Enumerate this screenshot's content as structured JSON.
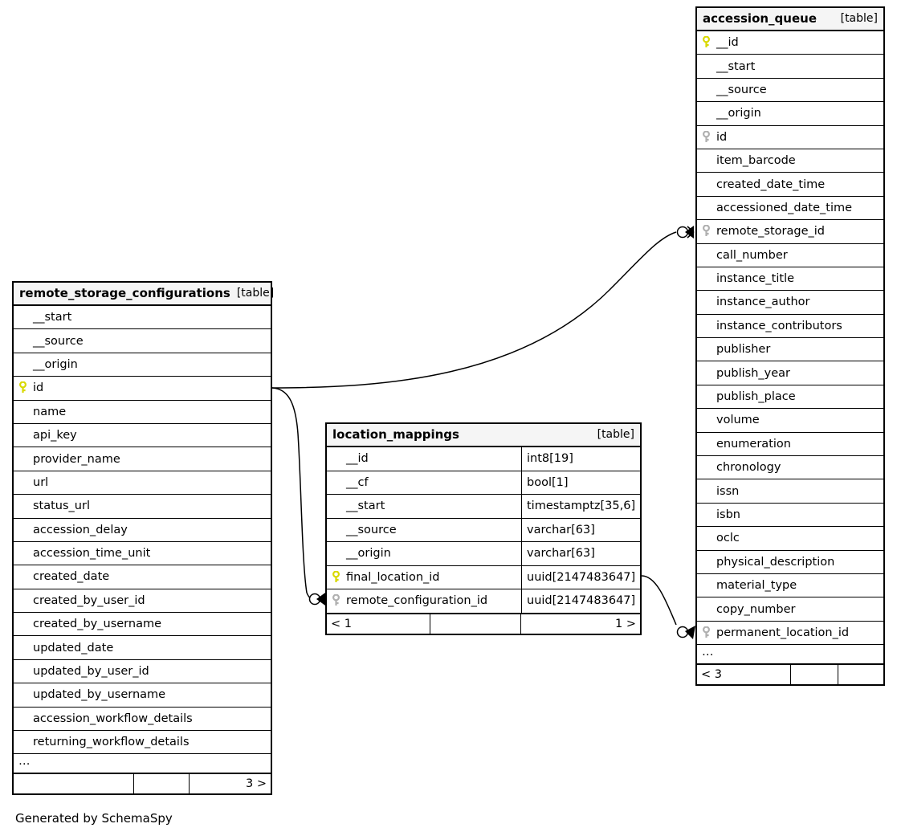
{
  "diagram": {
    "credit": "Generated by SchemaSpy",
    "type_tag": "[table]",
    "ellipsis": "…",
    "key_icons": {
      "primary": "primary-key-icon",
      "foreign": "foreign-key-icon"
    },
    "colors": {
      "primary_key": "#d9d900",
      "foreign_key": "#b0b0b0",
      "header_background": "#f5f5f5",
      "border": "#000000",
      "background": "#ffffff"
    }
  },
  "tables": [
    {
      "id": "accession_queue",
      "name": "accession_queue",
      "type": "[table]",
      "has_type_column": false,
      "columns": [
        {
          "name": "__id",
          "key": "primary",
          "type": ""
        },
        {
          "name": "__start",
          "key": "none",
          "type": ""
        },
        {
          "name": "__source",
          "key": "none",
          "type": ""
        },
        {
          "name": "__origin",
          "key": "none",
          "type": ""
        },
        {
          "name": "id",
          "key": "foreign",
          "type": ""
        },
        {
          "name": "item_barcode",
          "key": "none",
          "type": ""
        },
        {
          "name": "created_date_time",
          "key": "none",
          "type": ""
        },
        {
          "name": "accessioned_date_time",
          "key": "none",
          "type": ""
        },
        {
          "name": "remote_storage_id",
          "key": "foreign",
          "type": ""
        },
        {
          "name": "call_number",
          "key": "none",
          "type": ""
        },
        {
          "name": "instance_title",
          "key": "none",
          "type": ""
        },
        {
          "name": "instance_author",
          "key": "none",
          "type": ""
        },
        {
          "name": "instance_contributors",
          "key": "none",
          "type": ""
        },
        {
          "name": "publisher",
          "key": "none",
          "type": ""
        },
        {
          "name": "publish_year",
          "key": "none",
          "type": ""
        },
        {
          "name": "publish_place",
          "key": "none",
          "type": ""
        },
        {
          "name": "volume",
          "key": "none",
          "type": ""
        },
        {
          "name": "enumeration",
          "key": "none",
          "type": ""
        },
        {
          "name": "chronology",
          "key": "none",
          "type": ""
        },
        {
          "name": "issn",
          "key": "none",
          "type": ""
        },
        {
          "name": "isbn",
          "key": "none",
          "type": ""
        },
        {
          "name": "oclc",
          "key": "none",
          "type": ""
        },
        {
          "name": "physical_description",
          "key": "none",
          "type": ""
        },
        {
          "name": "material_type",
          "key": "none",
          "type": ""
        },
        {
          "name": "copy_number",
          "key": "none",
          "type": ""
        },
        {
          "name": "permanent_location_id",
          "key": "foreign",
          "type": ""
        }
      ],
      "truncated": true,
      "footer": {
        "left": "< 3",
        "middle": "",
        "right": ""
      }
    },
    {
      "id": "remote_storage_configurations",
      "name": "remote_storage_configurations",
      "type": "[table]",
      "has_type_column": false,
      "columns": [
        {
          "name": "__start",
          "key": "none",
          "type": ""
        },
        {
          "name": "__source",
          "key": "none",
          "type": ""
        },
        {
          "name": "__origin",
          "key": "none",
          "type": ""
        },
        {
          "name": "id",
          "key": "primary",
          "type": ""
        },
        {
          "name": "name",
          "key": "none",
          "type": ""
        },
        {
          "name": "api_key",
          "key": "none",
          "type": ""
        },
        {
          "name": "provider_name",
          "key": "none",
          "type": ""
        },
        {
          "name": "url",
          "key": "none",
          "type": ""
        },
        {
          "name": "status_url",
          "key": "none",
          "type": ""
        },
        {
          "name": "accession_delay",
          "key": "none",
          "type": ""
        },
        {
          "name": "accession_time_unit",
          "key": "none",
          "type": ""
        },
        {
          "name": "created_date",
          "key": "none",
          "type": ""
        },
        {
          "name": "created_by_user_id",
          "key": "none",
          "type": ""
        },
        {
          "name": "created_by_username",
          "key": "none",
          "type": ""
        },
        {
          "name": "updated_date",
          "key": "none",
          "type": ""
        },
        {
          "name": "updated_by_user_id",
          "key": "none",
          "type": ""
        },
        {
          "name": "updated_by_username",
          "key": "none",
          "type": ""
        },
        {
          "name": "accession_workflow_details",
          "key": "none",
          "type": ""
        },
        {
          "name": "returning_workflow_details",
          "key": "none",
          "type": ""
        }
      ],
      "truncated": true,
      "footer": {
        "left": "",
        "middle": "",
        "right": "3 >"
      }
    },
    {
      "id": "location_mappings",
      "name": "location_mappings",
      "type": "[table]",
      "has_type_column": true,
      "columns": [
        {
          "name": "__id",
          "key": "none",
          "type": "int8[19]"
        },
        {
          "name": "__cf",
          "key": "none",
          "type": "bool[1]"
        },
        {
          "name": "__start",
          "key": "none",
          "type": "timestamptz[35,6]"
        },
        {
          "name": "__source",
          "key": "none",
          "type": "varchar[63]"
        },
        {
          "name": "__origin",
          "key": "none",
          "type": "varchar[63]"
        },
        {
          "name": "final_location_id",
          "key": "primary",
          "type": "uuid[2147483647]"
        },
        {
          "name": "remote_configuration_id",
          "key": "foreign",
          "type": "uuid[2147483647]"
        }
      ],
      "truncated": false,
      "footer": {
        "left": "< 1",
        "middle": "",
        "right": "1 >"
      }
    }
  ],
  "relationships": [
    {
      "name": "remote-storage-to-accession-queue",
      "from_table": "remote_storage_configurations",
      "from_column": "id",
      "to_table": "accession_queue",
      "to_column": "remote_storage_id"
    },
    {
      "name": "remote-storage-to-location-mappings",
      "from_table": "remote_storage_configurations",
      "from_column": "id",
      "to_table": "location_mappings",
      "to_column": "remote_configuration_id"
    },
    {
      "name": "location-mappings-to-accession-queue",
      "from_table": "location_mappings",
      "from_column": "final_location_id",
      "to_table": "accession_queue",
      "to_column": "permanent_location_id"
    }
  ]
}
